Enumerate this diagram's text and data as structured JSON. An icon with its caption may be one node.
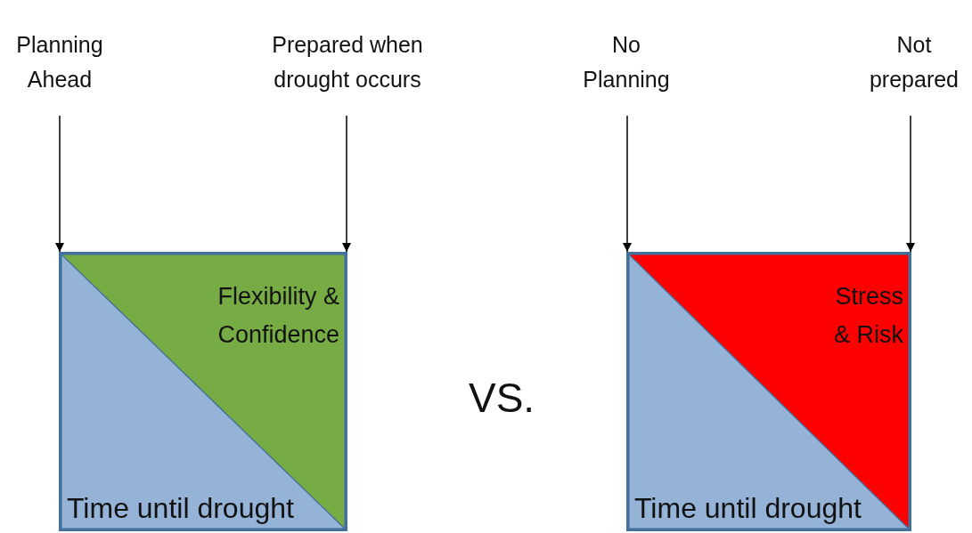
{
  "diagram": {
    "nodes": [
      {
        "text": [
          "Planning Ahead"
        ]
      },
      {
        "text": [
          "Prepared when drought occurs"
        ]
      },
      {
        "text": [],
        "shape": "box"
      },
      {
        "text": [
          "Time until drought"
        ],
        "in": 2
      },
      {
        "text": [
          "Flexibility & Confidence"
        ],
        "in": 2
      },
      {
        "text": [
          "No Planning"
        ]
      },
      {
        "text": [
          "Not prepared"
        ]
      },
      {
        "text": [],
        "shape": "box"
      },
      {
        "text": [
          "Time until drought"
        ],
        "in": 7
      },
      {
        "text": [
          "Stress & Risk"
        ],
        "in": 7
      }
    ],
    "edges": [
      {
        "from": 0,
        "to": 2,
        "arrow": "to"
      },
      {
        "from": 1,
        "to": 2,
        "arrow": "to"
      },
      {
        "from": 5,
        "to": 7,
        "arrow": "to"
      },
      {
        "from": 6,
        "to": 7,
        "arrow": "to"
      }
    ],
    "labels": [
      "VS."
    ]
  }
}
